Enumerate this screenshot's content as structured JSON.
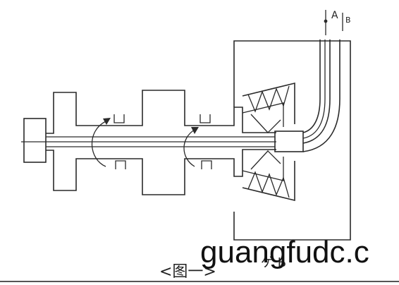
{
  "labels": {
    "port_a": "A",
    "port_b": "B",
    "figure_caption": "<图一>",
    "figure_marks": "ゲ  Ь"
  },
  "watermark": "guangfudc.c",
  "colors": {
    "line": "#2a2a2a",
    "background": "#ffffff"
  }
}
